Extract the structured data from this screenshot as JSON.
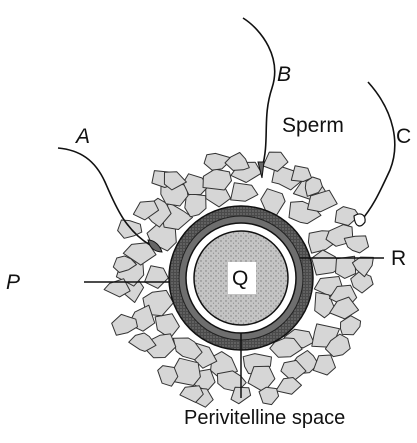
{
  "diagram": {
    "labels": {
      "a": "A",
      "b": "B",
      "c": "C",
      "sperm": "Sperm",
      "p": "P",
      "q": "Q",
      "r": "R",
      "perivitelline": "Perivitelline space"
    },
    "colors": {
      "background": "#ffffff",
      "line": "#111111",
      "cell_fill": "#d6d6d6",
      "cell_stroke": "#333333",
      "zona": "#555555",
      "ooplasm": "#bdbdbd",
      "label_box": "#ffffff"
    }
  }
}
